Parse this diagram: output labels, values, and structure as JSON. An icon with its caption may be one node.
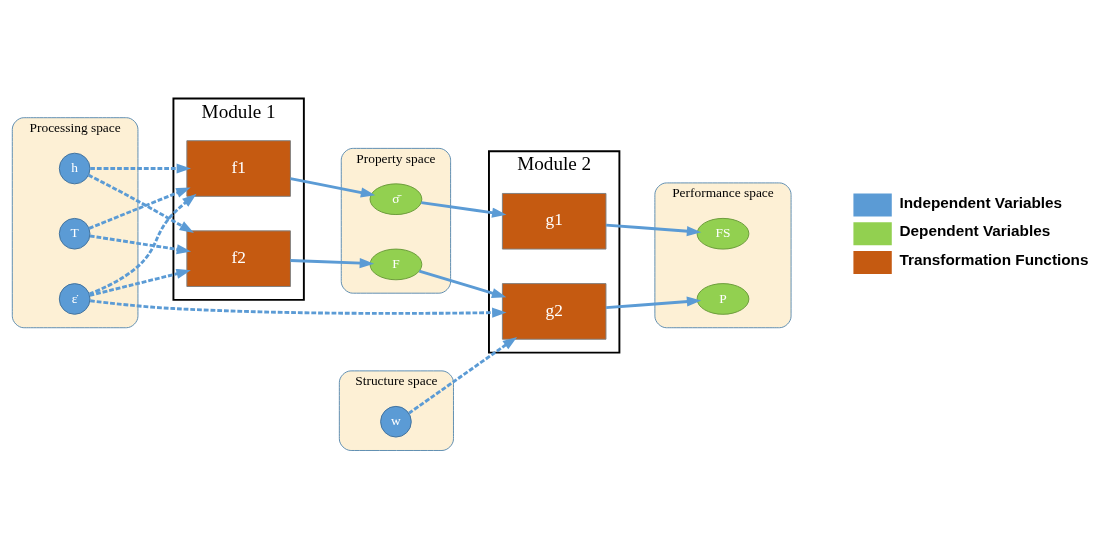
{
  "diagram": {
    "nodes": [
      {
        "text": [
          "Processing space"
        ]
      },
      {
        "text": [
          "ε̇"
        ],
        "in": 0
      },
      {
        "text": [
          "T"
        ],
        "in": 0
      },
      {
        "text": [
          "h"
        ],
        "in": 0
      },
      {
        "text": [
          "Module 1"
        ]
      },
      {
        "text": [
          "f1"
        ],
        "in": 4
      },
      {
        "text": [
          "f2"
        ],
        "in": 4
      },
      {
        "text": [
          "Structure space"
        ]
      },
      {
        "text": [
          "w"
        ],
        "in": 7
      },
      {
        "text": [
          "Property space"
        ]
      },
      {
        "text": [
          "σ̄"
        ],
        "in": 9
      },
      {
        "text": [
          "F"
        ],
        "in": 9
      },
      {
        "text": [
          "Module 2"
        ]
      },
      {
        "text": [
          "g1"
        ],
        "in": 12
      },
      {
        "text": [
          "g2"
        ],
        "in": 12
      },
      {
        "text": [
          "Performance space"
        ]
      },
      {
        "text": [
          "FS"
        ],
        "in": 15
      },
      {
        "text": [
          "P"
        ],
        "in": 15
      }
    ],
    "edges": [
      {
        "from": 1,
        "to": 5,
        "arrow": "to",
        "style": "dashed"
      },
      {
        "from": 1,
        "to": 6,
        "arrow": "to",
        "style": "dashed"
      },
      {
        "from": 2,
        "to": 5,
        "arrow": "to",
        "style": "dashed"
      },
      {
        "from": 2,
        "to": 6,
        "arrow": "to",
        "style": "dashed"
      },
      {
        "from": 3,
        "to": 5,
        "arrow": "to",
        "style": "dashed"
      },
      {
        "from": 3,
        "to": 6,
        "arrow": "to",
        "style": "dashed"
      },
      {
        "from": 5,
        "to": 10,
        "arrow": "to"
      },
      {
        "from": 6,
        "to": 11,
        "arrow": "to"
      },
      {
        "from": 1,
        "to": 14,
        "arrow": "to",
        "style": "dashed"
      },
      {
        "from": 10,
        "to": 13,
        "arrow": "to"
      },
      {
        "from": 11,
        "to": 14,
        "arrow": "to"
      },
      {
        "from": 8,
        "to": 14,
        "arrow": "to",
        "style": "dashed"
      },
      {
        "from": 13,
        "to": 16,
        "arrow": "to"
      },
      {
        "from": 14,
        "to": 17,
        "arrow": "to"
      }
    ],
    "legend": [
      {
        "text": "Independent Variables",
        "color": "#5b9bd5"
      },
      {
        "text": "Dependent Variables",
        "color": "#92d050"
      },
      {
        "text": "Transformation Functions",
        "color": "#c55a11"
      }
    ]
  }
}
